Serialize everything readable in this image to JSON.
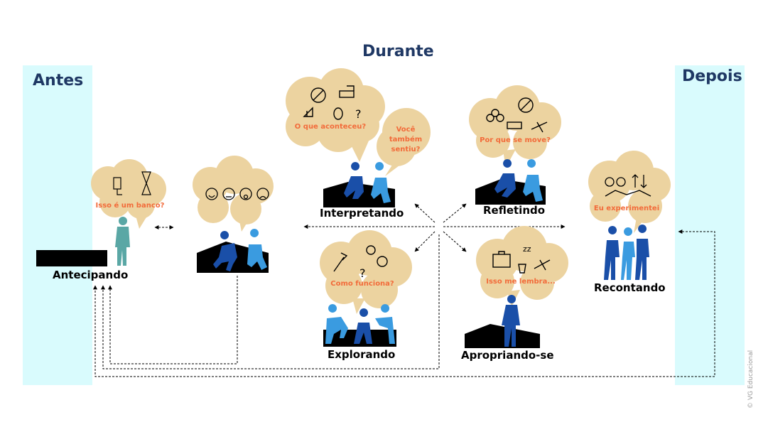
{
  "title": "Durante",
  "before_label": "Antes",
  "after_label": "Depois",
  "stages": {
    "antecipando": {
      "label": "Antecipando",
      "bubble": "Isso é um banco?"
    },
    "interpretando": {
      "label": "Interpretando",
      "bubble_main": "O que aconteceu?",
      "bubble_secondary": "Você também sentiu?"
    },
    "refletindo": {
      "label": "Refletindo",
      "bubble": "Por que se move?"
    },
    "explorando": {
      "label": "Explorando",
      "bubble": "Como funciona?"
    },
    "apropriando": {
      "label": "Apropriando-se",
      "bubble": "Isso me lembra..."
    },
    "recontando": {
      "label": "Recontando",
      "bubble": "Eu experimentei"
    }
  },
  "credit": "© VG Educacional",
  "colors": {
    "panel": "#d9fbfd",
    "heading": "#1f3864",
    "cloud": "#ecd3a0",
    "bubble_text": "#f26b3a",
    "person_dark": "#1a4fa8",
    "person_light": "#3a9be0",
    "person_teal": "#5aa7a5"
  }
}
